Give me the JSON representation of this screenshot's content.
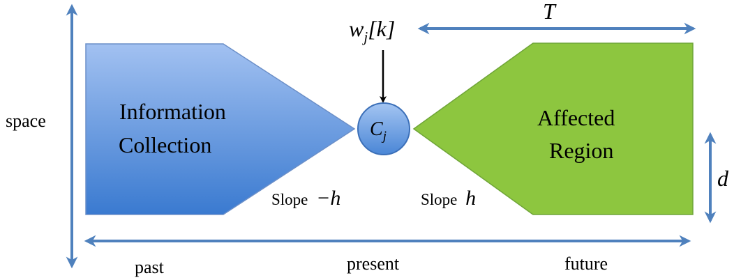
{
  "axes": {
    "vertical_label": "space",
    "horizontal_labels": {
      "left": "past",
      "center": "present",
      "right": "future"
    }
  },
  "regions": {
    "left": {
      "line1": "Information",
      "line2": "Collection",
      "slope_label": "Slope",
      "slope_value": "−h"
    },
    "right": {
      "line1": "Affected",
      "line2": "Region",
      "slope_label": "Slope",
      "slope_value": "h"
    }
  },
  "node": {
    "label_main": "C",
    "label_sub": "j"
  },
  "input": {
    "symbol_main": "w",
    "symbol_sub": "j",
    "symbol_index": "[k]"
  },
  "dimensions": {
    "horizon": "T",
    "depth": "d"
  },
  "colors": {
    "arrow": "#4f81bd",
    "left_fill_top": "#a2c1f1",
    "left_fill_bottom": "#3a7ad0",
    "left_stroke": "#6b8fc8",
    "right_fill": "#8dc63f",
    "right_stroke": "#6fa538",
    "node_fill_top": "#a4c5f2",
    "node_fill_bottom": "#4a86d6",
    "node_stroke": "#3b6fb8"
  }
}
